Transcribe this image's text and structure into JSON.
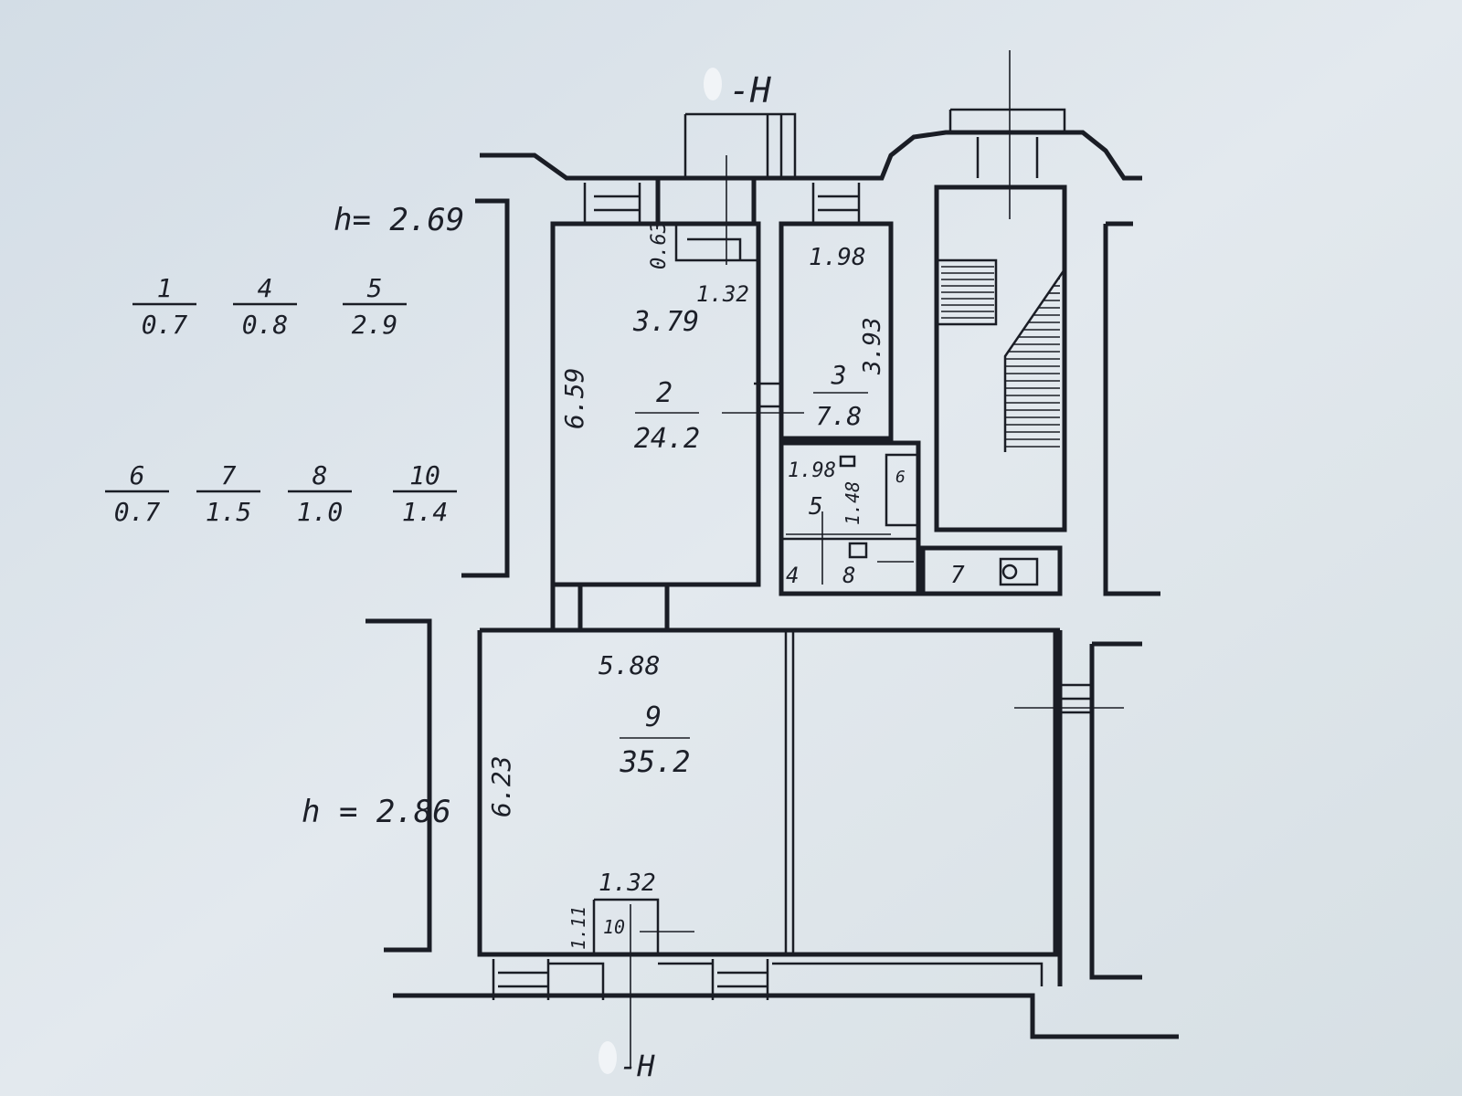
{
  "section_marks": {
    "top": "-H",
    "bottom": "-H"
  },
  "heights": {
    "upper": "h= 2.69",
    "lower": "h = 2.86"
  },
  "legend": [
    {
      "num": "1",
      "area": "0.7"
    },
    {
      "num": "4",
      "area": "0.8"
    },
    {
      "num": "5",
      "area": "2.9"
    },
    {
      "num": "6",
      "area": "0.7"
    },
    {
      "num": "7",
      "area": "1.5"
    },
    {
      "num": "8",
      "area": "1.0"
    },
    {
      "num": "10",
      "area": "1.4"
    }
  ],
  "rooms": {
    "r2": {
      "num": "2",
      "area": "24.2"
    },
    "r3": {
      "num": "3",
      "area": "7.8"
    },
    "r9": {
      "num": "9",
      "area": "35.2"
    },
    "r5": "5",
    "r4": "4",
    "r8": "8",
    "r7": "7",
    "r10": "10",
    "r6": "6"
  },
  "dims": {
    "d063": "0.63",
    "d132a": "1.32",
    "d379": "3.79",
    "d659": "6.59",
    "d198a": "1.98",
    "d393": "3.93",
    "d198b": "1.98",
    "d148": "1.48",
    "d588": "5.88",
    "d623": "6.23",
    "d132b": "1.32",
    "d111": "1.11"
  },
  "colors": {
    "ink": "#1a1d25",
    "paper": "#d9e2ea"
  }
}
